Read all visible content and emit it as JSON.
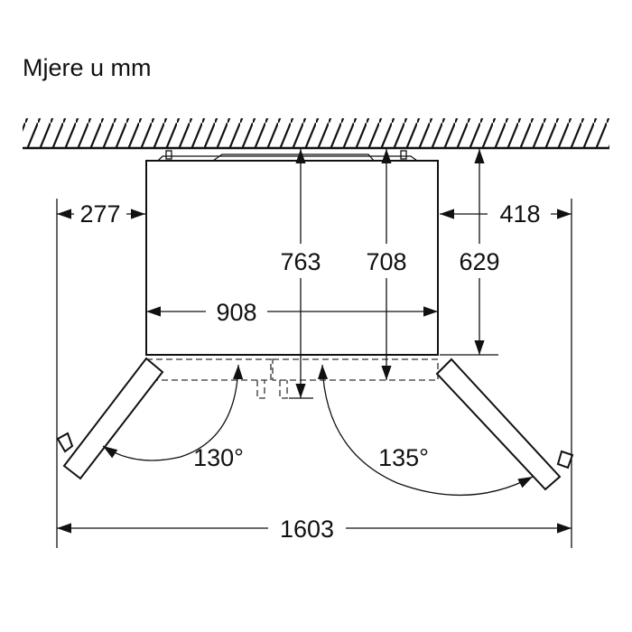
{
  "title": "Mjere u mm",
  "dimensions": {
    "left_clearance": "277",
    "right_clearance": "418",
    "depth_with_doors": "763",
    "depth_to_doors": "708",
    "body_depth": "629",
    "body_width": "908",
    "total_width": "1603"
  },
  "angles": {
    "left_door": "130°",
    "right_door": "135°"
  },
  "colors": {
    "line": "#111111",
    "background": "#ffffff"
  }
}
